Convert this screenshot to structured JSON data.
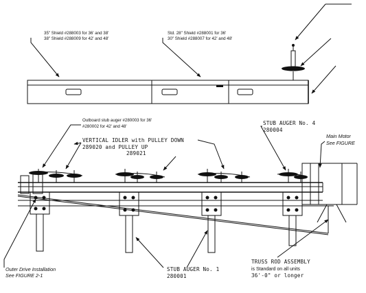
{
  "labels": {
    "shield_35_line1": "35\" Shield #288003 for 36' and 38'",
    "shield_35_line2": "38\" Shield #288009 for 42' and 48'",
    "shield_std_line1": "Std. 28\" Shield #288001 for 36'",
    "shield_std_line2": "30\" Shield #288007 for 42' and 48'",
    "outboard_line1": "Outboard stub auger #280003 for 36'",
    "outboard_line2": "#280002 for 42' and     48'",
    "vertical_idler_line1": "VERTICAL IDLER with PULLEY DOWN",
    "vertical_idler_line2": "289020 and PULLEY UP",
    "vertical_idler_line3": "289021",
    "stub_auger4_line1": "STUB AUGER No. 4",
    "stub_auger4_line2": "280004",
    "main_motor_line1": "Main Motor",
    "main_motor_line2": "See FIGURE",
    "outer_drive_line1": "Outer Drive Installation",
    "outer_drive_line2": "See FIGURE 2-1",
    "stub_auger1_line1": "STUB AUGER No. 1",
    "stub_auger1_line2": "280001",
    "truss_line1": "TRUSS ROD ASSEMBLY",
    "truss_line2": "is Standard on all units",
    "truss_line3": "36'-0\" or longer"
  }
}
